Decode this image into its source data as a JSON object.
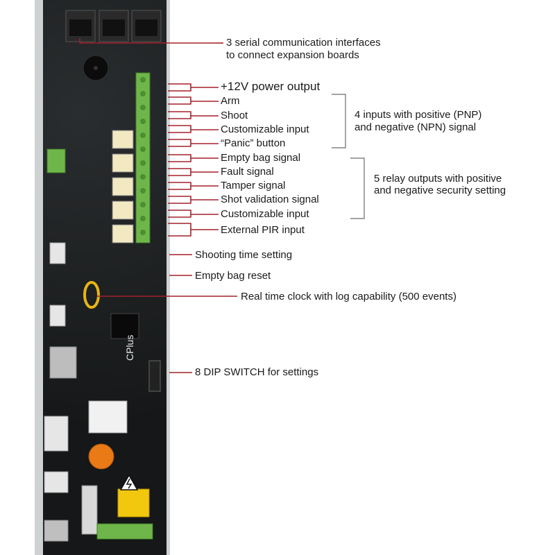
{
  "colors": {
    "accent_line": "#a3202c",
    "bracket": "#6b6b6b",
    "pcb": "#17191a",
    "pcb_frame": "#cfd2d3",
    "terminal_green": "#6fb64a",
    "relay_cream": "#f2e9c2",
    "text": "#1a1a1a"
  },
  "labels": {
    "serial_line1": "3 serial communication interfaces",
    "serial_line2": "to connect expansion boards",
    "power": "+12V power output",
    "arm": "Arm",
    "shoot": "Shoot",
    "custom_input_1": "Customizable input",
    "panic": "“Panic” button",
    "empty_bag": "Empty bag signal",
    "fault": "Fault signal",
    "tamper": "Tamper signal",
    "shot_validation": "Shot validation signal",
    "custom_input_2": "Customizable input",
    "pir": "External PIR input",
    "shooting_time": "Shooting time setting",
    "empty_bag_reset": "Empty bag reset",
    "rtc": "Real time clock with log capability (500 events)",
    "dip": "8 DIP SWITCH for settings"
  },
  "groups": {
    "inputs_line1": "4 inputs with positive (PNP)",
    "inputs_line2": "and negative (NPN) signal",
    "relays_line1": "5 relay outputs with positive",
    "relays_line2": "and negative security setting"
  },
  "board_text": {
    "brand": "CPlus"
  },
  "icons": {
    "warning": "high-voltage-warning-icon"
  }
}
